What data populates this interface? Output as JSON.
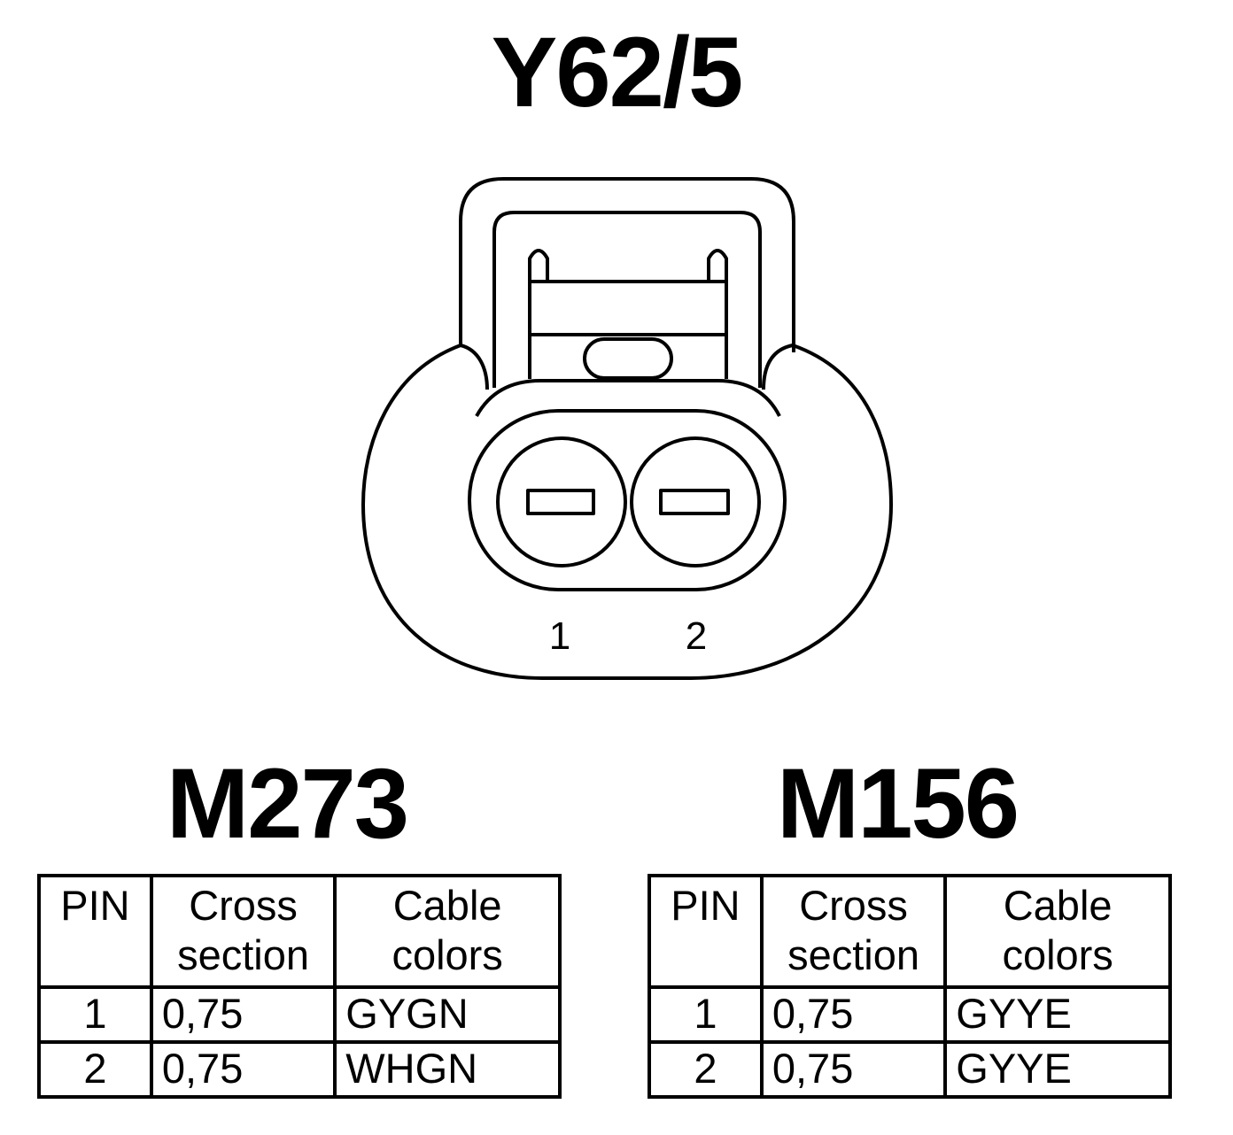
{
  "connector": {
    "title": "Y62/5",
    "pin_labels": [
      "1",
      "2"
    ]
  },
  "tables": [
    {
      "engine": "M273",
      "headers": {
        "pin": "PIN",
        "cross_section": [
          "Cross",
          "section"
        ],
        "cable_colors": [
          "Cable",
          "colors"
        ]
      },
      "rows": [
        {
          "pin": "1",
          "cross_section": "0,75",
          "cable_color": "GYGN"
        },
        {
          "pin": "2",
          "cross_section": "0,75",
          "cable_color": "WHGN"
        }
      ]
    },
    {
      "engine": "M156",
      "headers": {
        "pin": "PIN",
        "cross_section": [
          "Cross",
          "section"
        ],
        "cable_colors": [
          "Cable",
          "colors"
        ]
      },
      "rows": [
        {
          "pin": "1",
          "cross_section": "0,75",
          "cable_color": "GYYE"
        },
        {
          "pin": "2",
          "cross_section": "0,75",
          "cable_color": "GYYE"
        }
      ]
    }
  ]
}
